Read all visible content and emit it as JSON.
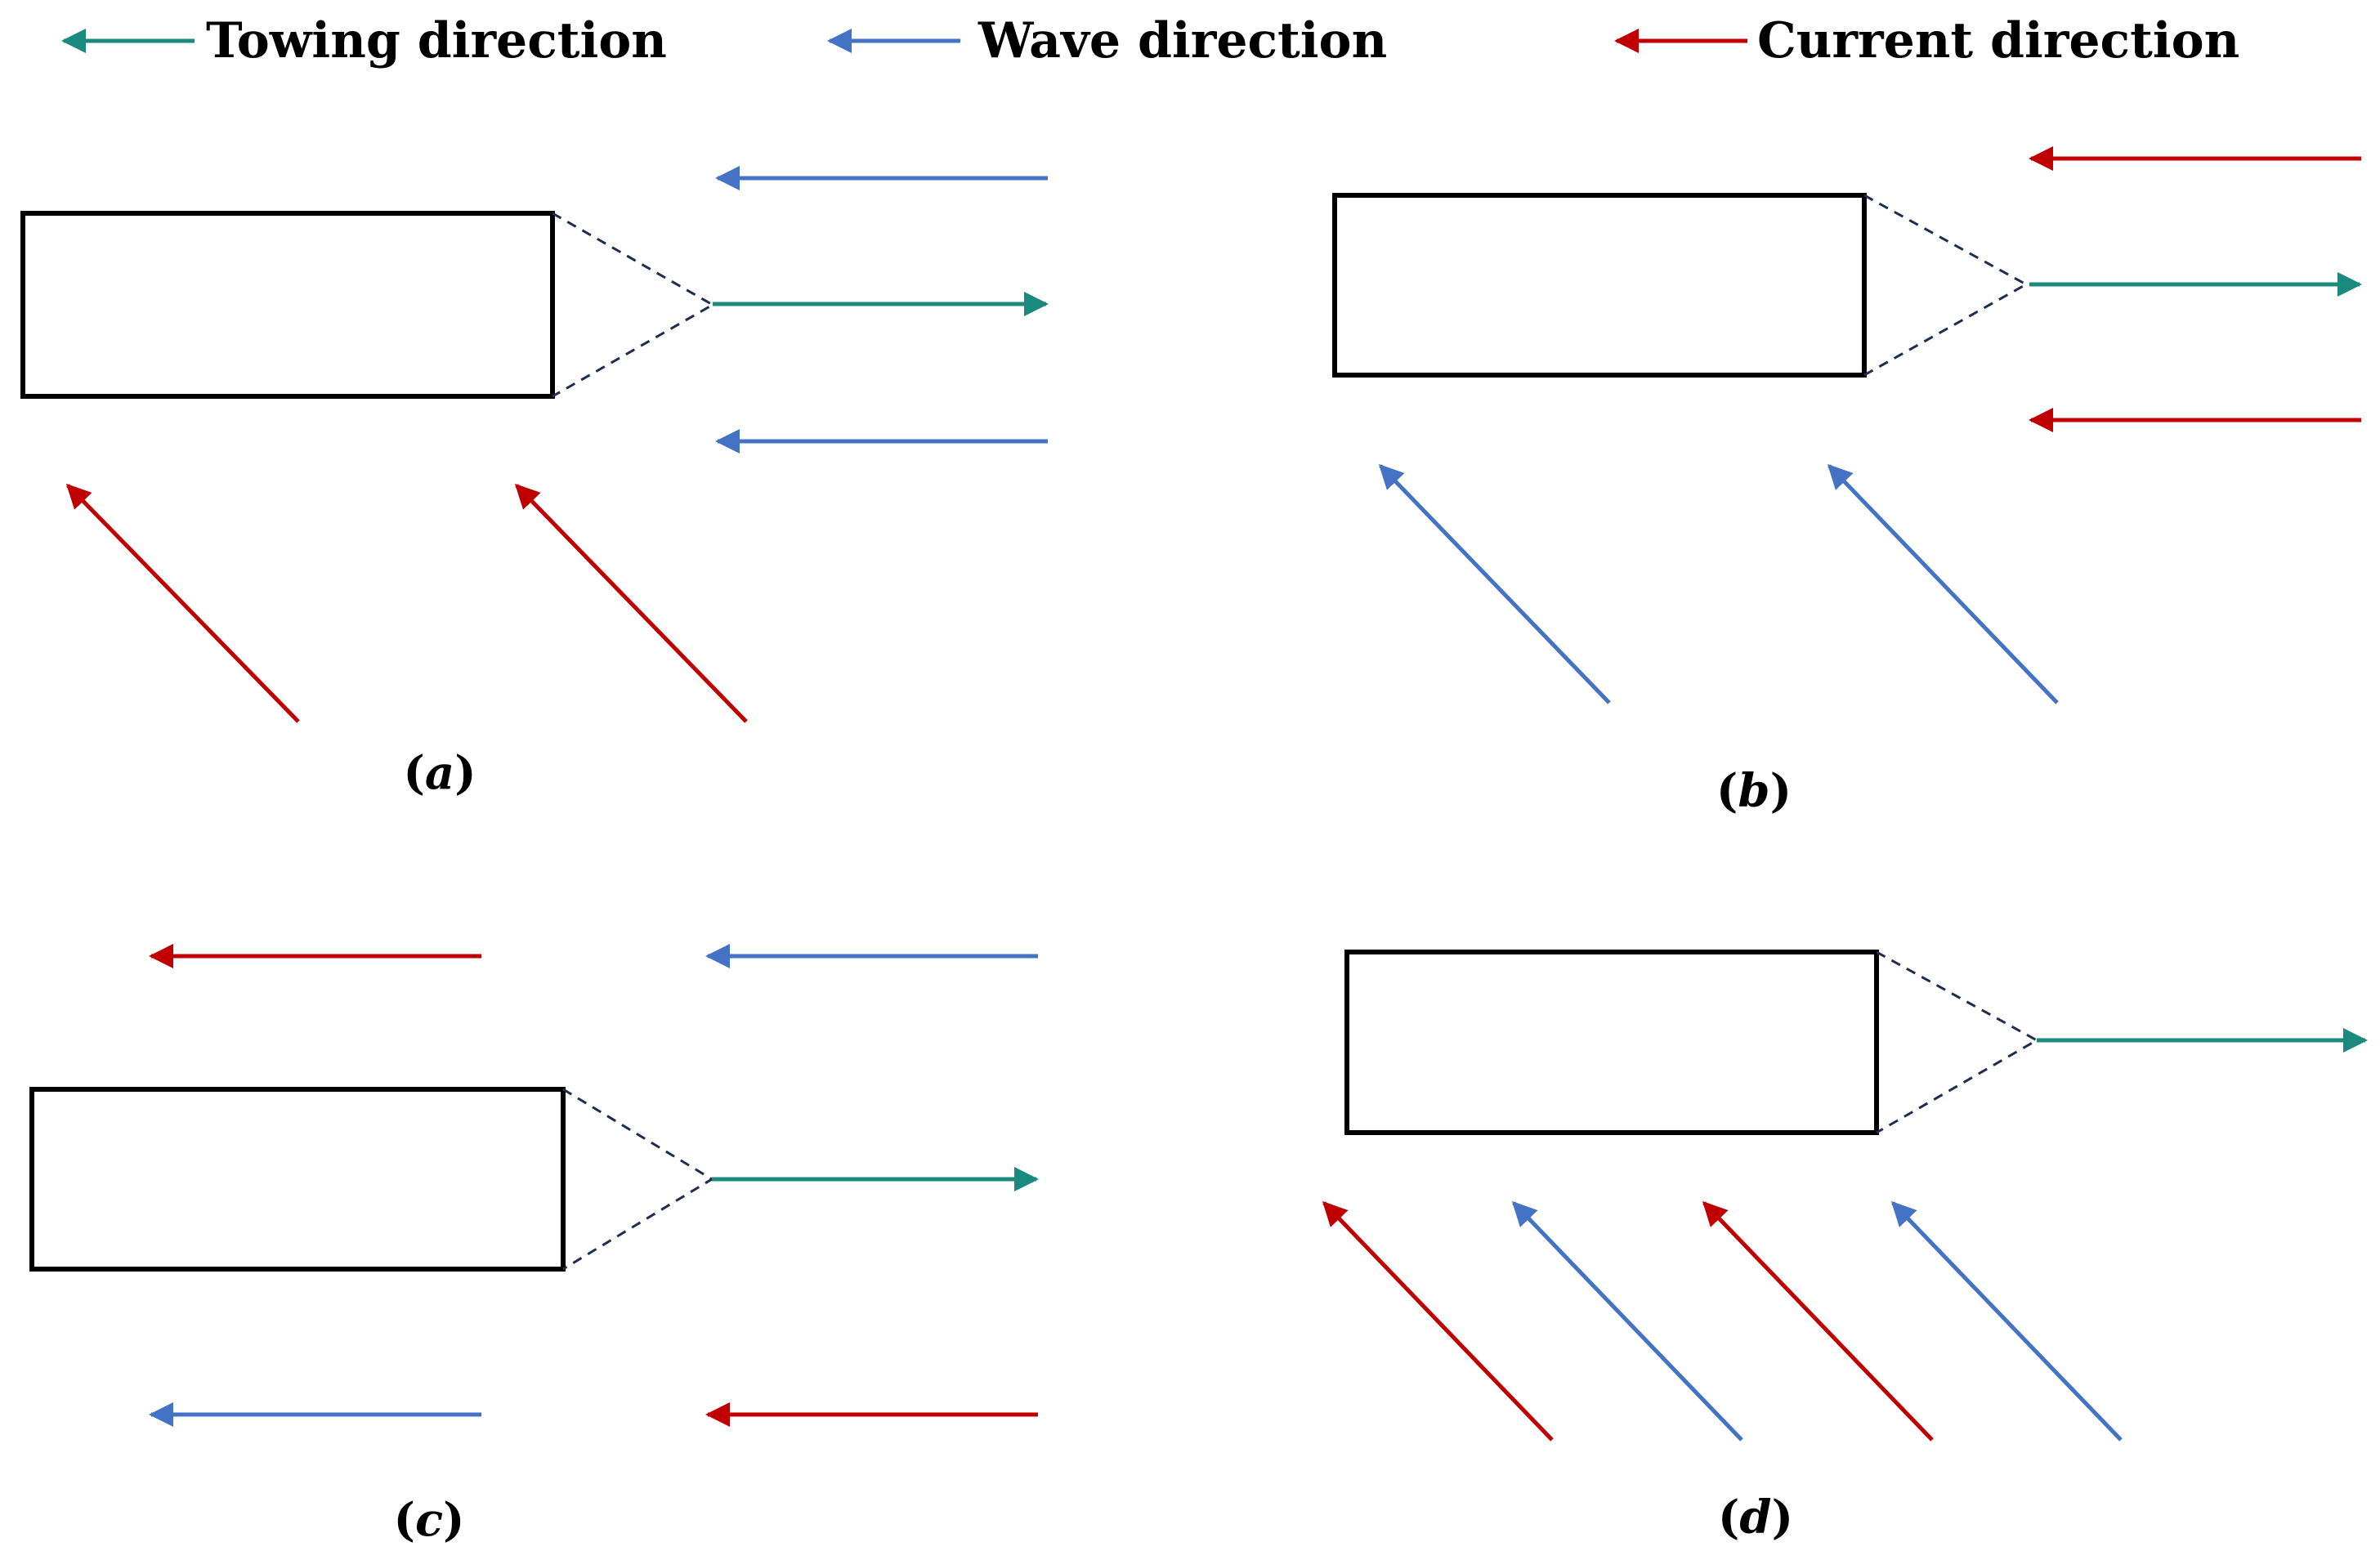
{
  "colors": {
    "towing": "#1a8a7e",
    "wave": "#4472c4",
    "current": "#c00000",
    "outline": "#000000",
    "tether": "#1f2d4d"
  },
  "legend": {
    "towing": {
      "label": "Towing direction",
      "icon": "arrow-left-icon"
    },
    "wave": {
      "label": "Wave direction",
      "icon": "arrow-left-icon"
    },
    "current": {
      "label": "Current direction",
      "icon": "arrow-left-icon"
    }
  },
  "panels": [
    {
      "letter": "a",
      "towing": "right",
      "wave": "head-on (left)",
      "current": "oblique (up-left)"
    },
    {
      "letter": "b",
      "towing": "right",
      "wave": "oblique (up-left)",
      "current": "head-on (left)"
    },
    {
      "letter": "c",
      "towing": "right",
      "wave": "head-on (left)",
      "current": "head-on (left)"
    },
    {
      "letter": "d",
      "towing": "right",
      "wave": "oblique (up-left)",
      "current": "oblique (up-left)"
    }
  ]
}
